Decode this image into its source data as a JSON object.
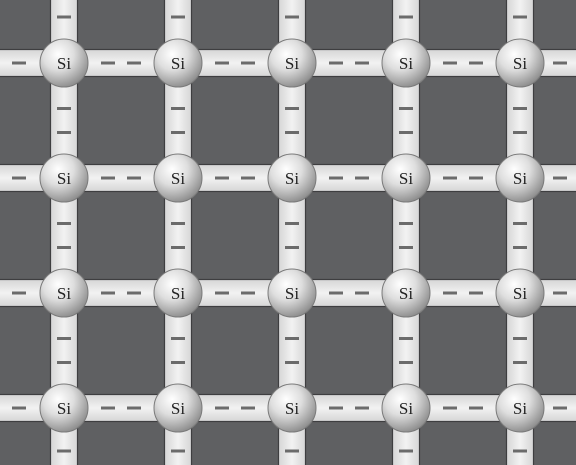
{
  "diagram": {
    "atom_label": "Si",
    "electron_label": "−",
    "rows": 4,
    "columns": 5,
    "colors": {
      "background": "#5f6062",
      "bond_band": "#ededed",
      "bond_edge": "#3e3e40",
      "atom_highlight": "#ffffff",
      "atom_shadow": "#8a8a8a",
      "electron": "#6b6b6b"
    }
  }
}
